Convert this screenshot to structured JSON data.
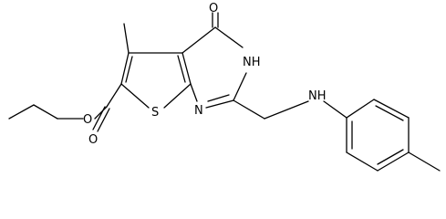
{
  "molecule": {
    "atom_labels": {
      "O_carbonyl": "O",
      "NH_ring": "NH",
      "S_ring": "S",
      "N_ring": "N",
      "NH_amine": "NH",
      "O_ester_double": "O",
      "O_ester_single": "O"
    }
  }
}
